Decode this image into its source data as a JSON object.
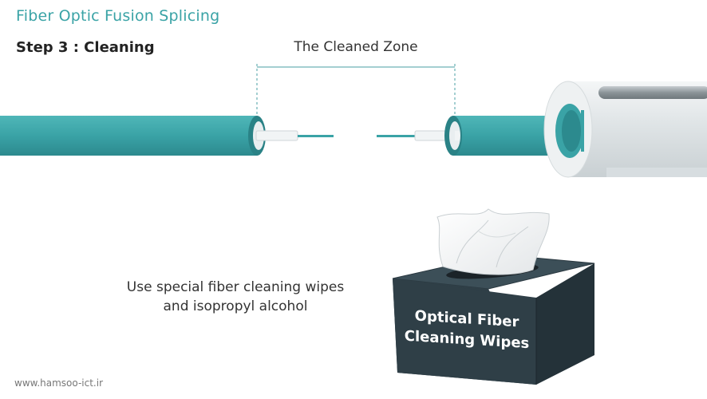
{
  "header": {
    "title": "Fiber Optic Fusion Splicing",
    "step": "Step 3 :  Cleaning"
  },
  "diagram": {
    "zone_label": "The Cleaned Zone",
    "caption_line1": "Use special fiber cleaning wipes",
    "caption_line2": "and isopropyl alcohol",
    "box_line1": "Optical Fiber",
    "box_line2": "Cleaning Wipes"
  },
  "footer": {
    "website": "www.hamsoo-ict.ir"
  },
  "colors": {
    "title": "#3aa3a6",
    "cable": "#3aa3a6",
    "box": "#2e3e46"
  }
}
